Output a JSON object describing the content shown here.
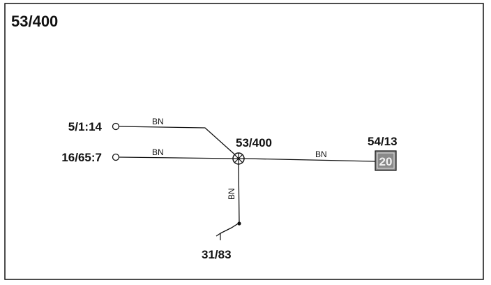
{
  "diagram": {
    "title": "53/400",
    "splice": {
      "label": "53/400"
    },
    "terminals": [
      {
        "label": "5/1:14"
      },
      {
        "label": "16/65:7"
      }
    ],
    "connector": {
      "label": "54/13",
      "pin": "20"
    },
    "ground": {
      "label": "31/83"
    },
    "wires": [
      {
        "color_code": "BN"
      },
      {
        "color_code": "BN"
      },
      {
        "color_code": "BN"
      },
      {
        "color_code": "BN"
      }
    ],
    "colors": {
      "ink": "#111111",
      "background": "#ffffff",
      "connector_fill": "#8a8a8a"
    }
  }
}
